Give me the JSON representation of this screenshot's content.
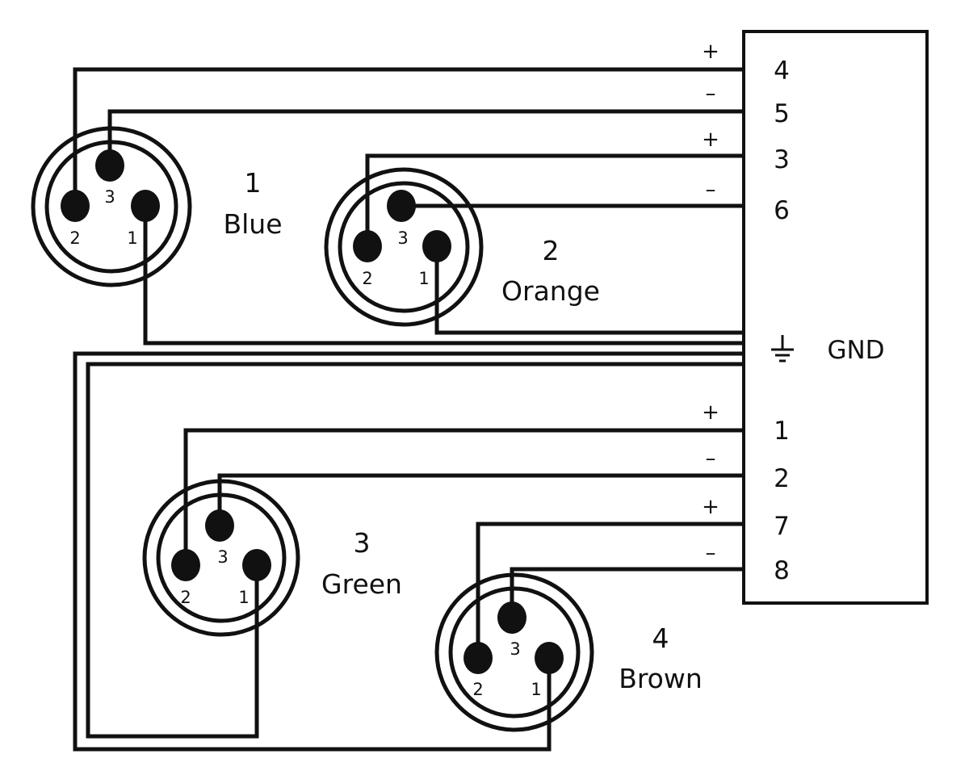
{
  "terminal_block": {
    "terminals": [
      {
        "label": "4",
        "polarity": "+"
      },
      {
        "label": "5",
        "polarity": "–"
      },
      {
        "label": "3",
        "polarity": "+"
      },
      {
        "label": "6",
        "polarity": "–"
      },
      {
        "label": "1",
        "polarity": "+"
      },
      {
        "label": "2",
        "polarity": "–"
      },
      {
        "label": "7",
        "polarity": "+"
      },
      {
        "label": "8",
        "polarity": "–"
      }
    ],
    "ground_label": "GND",
    "ground_icon": "ground-symbol"
  },
  "connectors": [
    {
      "number": "1",
      "color_name": "Blue",
      "pins": [
        "1",
        "2",
        "3"
      ]
    },
    {
      "number": "2",
      "color_name": "Orange",
      "pins": [
        "1",
        "2",
        "3"
      ]
    },
    {
      "number": "3",
      "color_name": "Green",
      "pins": [
        "1",
        "2",
        "3"
      ]
    },
    {
      "number": "4",
      "color_name": "Brown",
      "pins": [
        "1",
        "2",
        "3"
      ]
    }
  ]
}
